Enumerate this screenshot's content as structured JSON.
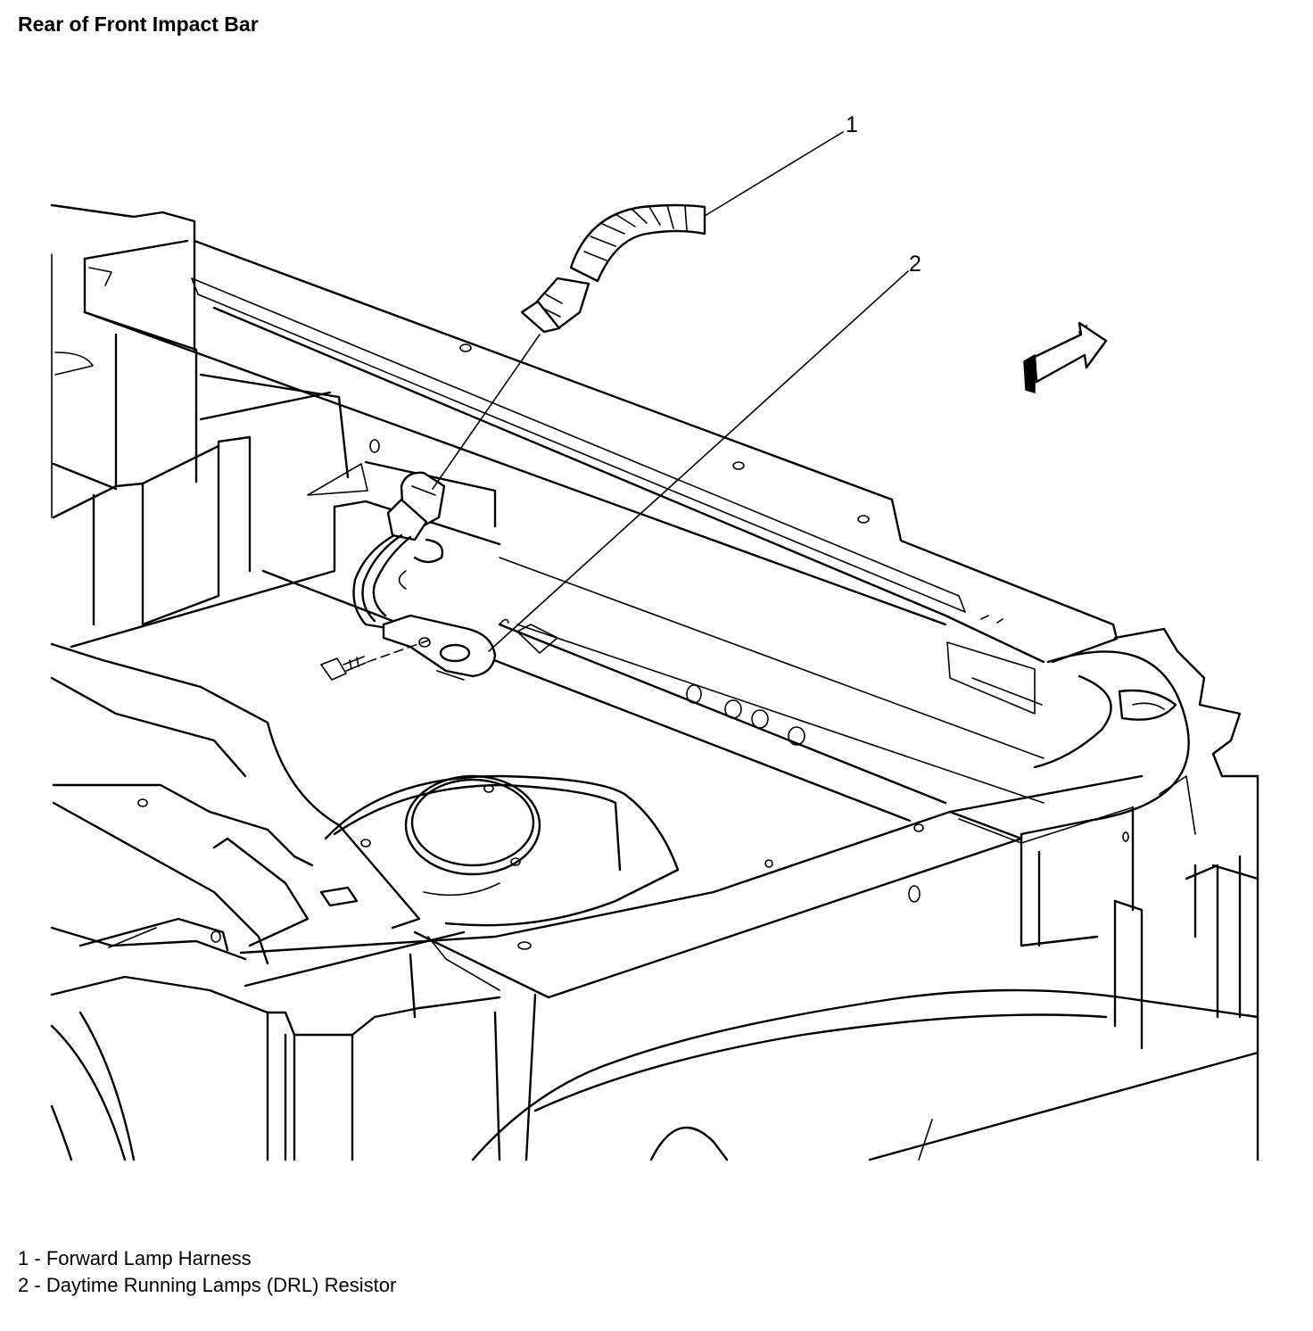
{
  "title": "Rear of Front Impact Bar",
  "callouts": [
    {
      "number": "1",
      "label": "Forward Lamp Harness"
    },
    {
      "number": "2",
      "label": "Daytime Running Lamps (DRL) Resistor"
    }
  ],
  "legend_separator": " - ",
  "style": {
    "line_color": "#000000",
    "background": "#ffffff"
  }
}
